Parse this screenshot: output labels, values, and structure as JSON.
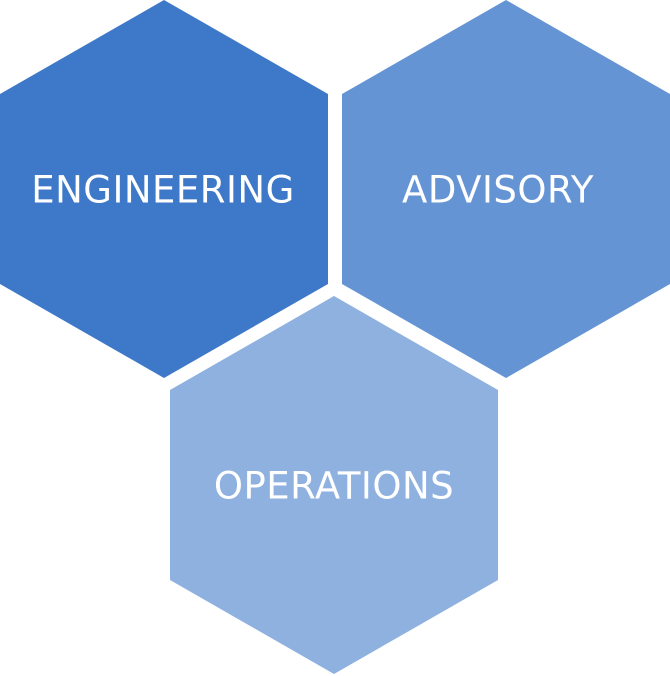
{
  "diagram": {
    "hexagons": [
      {
        "id": "engineering",
        "label": "ENGINEERING",
        "color": "#3e78c8"
      },
      {
        "id": "advisory",
        "label": "ADVISORY",
        "color": "#6594d5"
      },
      {
        "id": "operations",
        "label": "OPERATIONS",
        "color": "#8eb1e0"
      }
    ]
  }
}
